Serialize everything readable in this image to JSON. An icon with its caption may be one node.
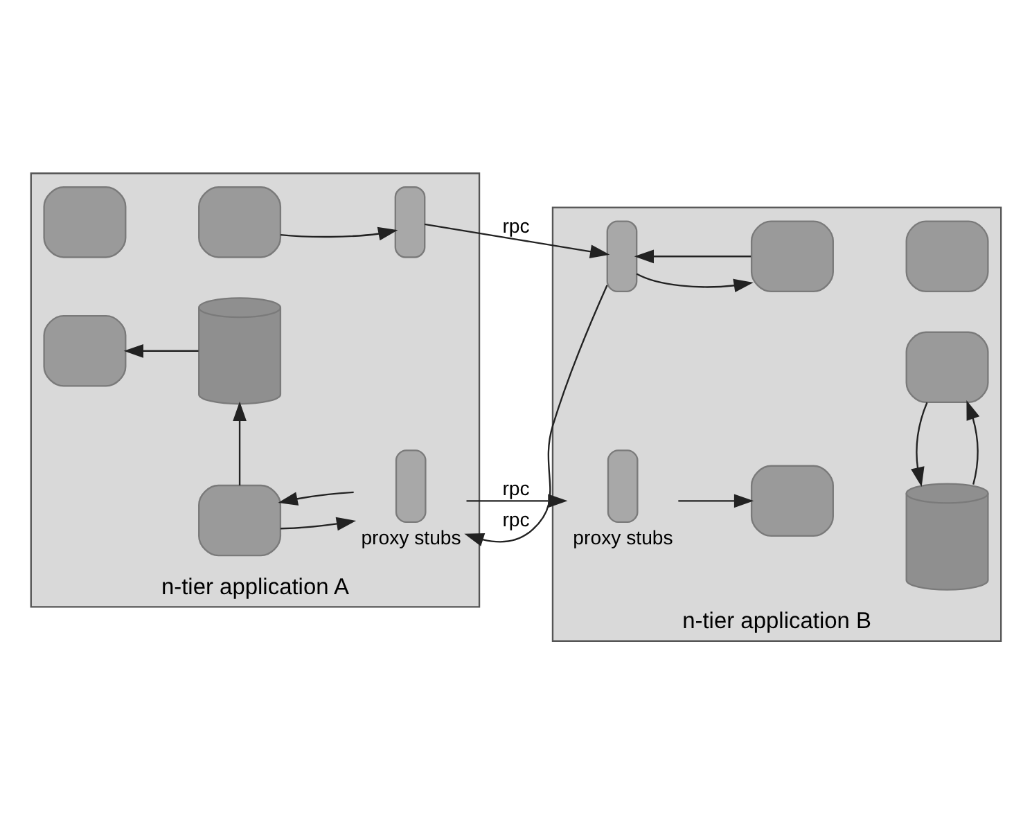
{
  "diagram": {
    "nodes": [
      {
        "text": [
          "n-tier application A"
        ]
      },
      {
        "text": [],
        "shape": "box",
        "in": 0
      },
      {
        "text": [],
        "shape": "box",
        "in": 0
      },
      {
        "text": [],
        "shape": "bar",
        "in": 0
      },
      {
        "text": [],
        "shape": "box",
        "in": 0
      },
      {
        "text": [],
        "shape": "box",
        "in": 0
      },
      {
        "text": [],
        "shape": "bar",
        "in": 0,
        "beside": [
          "proxy stubs"
        ]
      },
      {
        "text": [],
        "shape": "cylinder",
        "in": 0
      },
      {
        "text": [
          "n-tier application B"
        ]
      },
      {
        "text": [],
        "shape": "bar",
        "in": 8
      },
      {
        "text": [],
        "shape": "box",
        "in": 8
      },
      {
        "text": [],
        "shape": "box",
        "in": 8
      },
      {
        "text": [],
        "shape": "bar",
        "in": 8,
        "beside": [
          "proxy stubs"
        ]
      },
      {
        "text": [],
        "shape": "box",
        "in": 8
      },
      {
        "text": [],
        "shape": "box",
        "in": 8
      },
      {
        "text": [],
        "shape": "cylinder",
        "in": 8
      }
    ],
    "edges": [
      {
        "from": 2,
        "to": 3,
        "arrow": "to"
      },
      {
        "from": 3,
        "to": 9,
        "arrow": "to",
        "label": "rpc"
      },
      {
        "from": 9,
        "to": 10,
        "arrow": "to"
      },
      {
        "from": 10,
        "to": 9,
        "arrow": "to"
      },
      {
        "from": 9,
        "to": 6,
        "arrow": "to",
        "label": "rpc"
      },
      {
        "from": 6,
        "to": 5,
        "arrow": "to"
      },
      {
        "from": 5,
        "to": 6,
        "arrow": "to"
      },
      {
        "from": 6,
        "to": 12,
        "arrow": "to",
        "label": "rpc"
      },
      {
        "from": 12,
        "to": 13,
        "arrow": "to"
      },
      {
        "from": 7,
        "to": 4,
        "arrow": "to"
      },
      {
        "from": 5,
        "to": 7,
        "arrow": "to"
      },
      {
        "from": 15,
        "to": 14,
        "arrow": "to"
      },
      {
        "from": 14,
        "to": 15,
        "arrow": "to"
      }
    ]
  }
}
